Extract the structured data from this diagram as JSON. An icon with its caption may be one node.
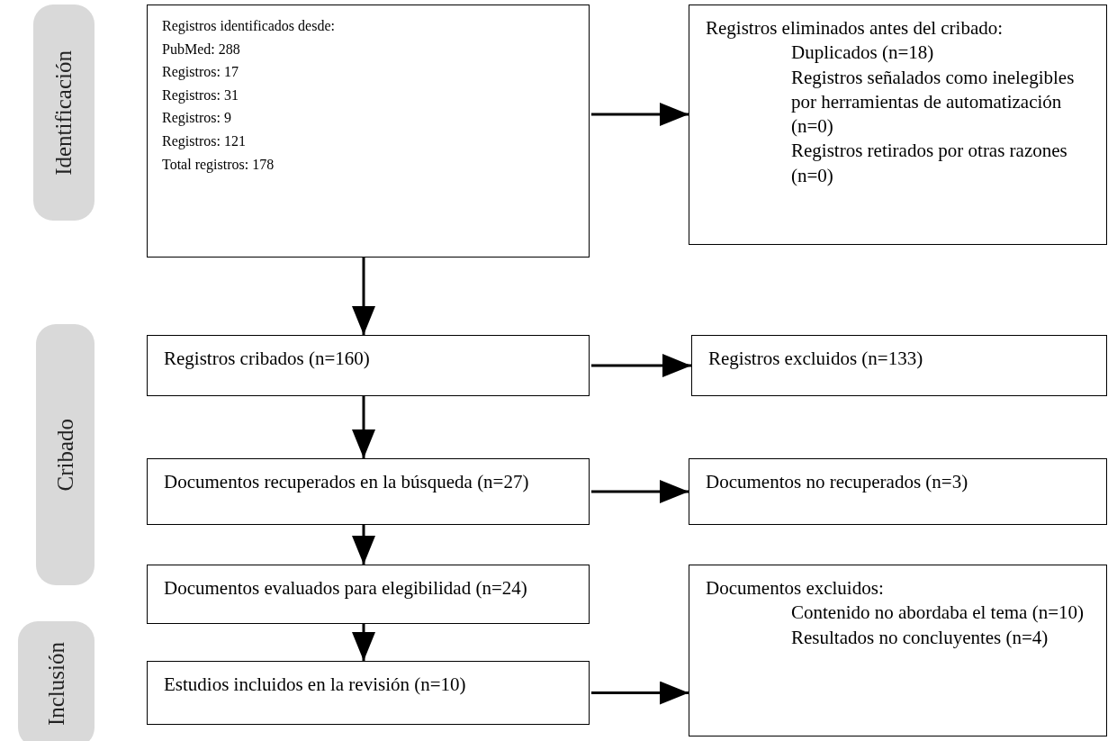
{
  "diagram": {
    "nodes": [
      {
        "text": [
          "Registros identificados desde:",
          "PubMed: 288",
          "Registros: 17",
          "Registros: 31",
          "Registros: 9",
          "Registros: 121",
          "Total registros: 178"
        ]
      },
      {
        "text": [
          "Registros eliminados antes del cribado:",
          "Duplicados (n=18)",
          "Registros señalados como inelegibles por herramientas de automatización (n=0)",
          "Registros retirados por otras razones (n=0)"
        ]
      },
      {
        "text": [
          "Registros cribados (n=160)"
        ]
      },
      {
        "text": [
          "Registros excluidos (n=133)"
        ]
      },
      {
        "text": [
          "Documentos recuperados en la búsqueda (n=27)"
        ]
      },
      {
        "text": [
          "Documentos no recuperados  (n=3)"
        ]
      },
      {
        "text": [
          "Documentos evaluados para elegibilidad (n=24)"
        ]
      },
      {
        "text": [
          "Documentos excluidos:",
          "Contenido no abordaba el tema (n=10)",
          "Resultados no concluyentes (n=4)"
        ]
      },
      {
        "text": [
          "Estudios incluidos en la revisión (n=10)"
        ]
      },
      {
        "text": [
          "Identificación"
        ]
      },
      {
        "text": [
          "Cribado"
        ]
      },
      {
        "text": [
          "Inclusión"
        ]
      }
    ],
    "edges": [
      {
        "from": 0,
        "to": 1,
        "arrow": "to"
      },
      {
        "from": 0,
        "to": 2,
        "arrow": "to"
      },
      {
        "from": 2,
        "to": 3,
        "arrow": "to"
      },
      {
        "from": 2,
        "to": 4,
        "arrow": "to"
      },
      {
        "from": 4,
        "to": 5,
        "arrow": "to"
      },
      {
        "from": 4,
        "to": 6,
        "arrow": "to"
      },
      {
        "from": 6,
        "to": 8,
        "arrow": "to"
      },
      {
        "from": 8,
        "to": 7,
        "arrow": "to"
      }
    ]
  }
}
